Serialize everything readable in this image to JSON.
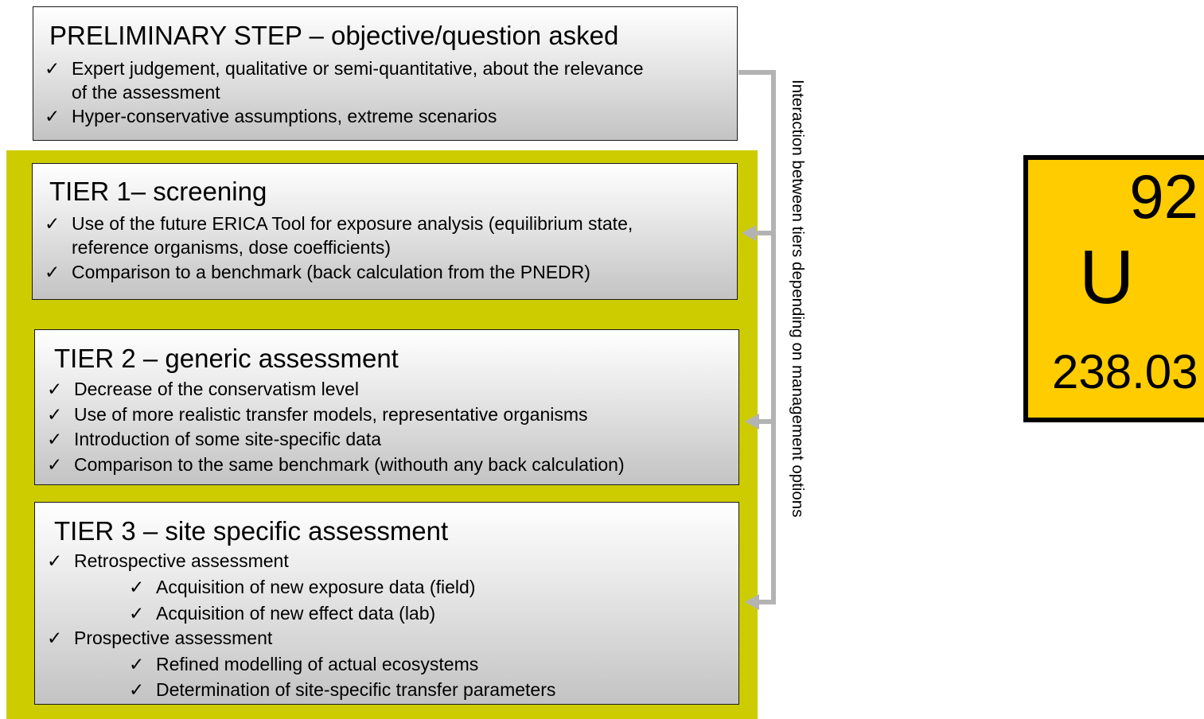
{
  "preliminary": {
    "title": "PRELIMINARY STEP – objective/question asked",
    "check": "✓",
    "items": [
      "Expert judgement, qualitative or semi-quantitative, about the relevance",
      "of the assessment",
      "Hyper-conservative assumptions, extreme scenarios"
    ]
  },
  "tier1": {
    "title": "TIER 1– screening",
    "items": [
      "Use of the future ERICA Tool for exposure analysis (equilibrium state,",
      "reference organisms, dose coefficients)",
      "Comparison to a benchmark (back calculation from the PNEDR)"
    ]
  },
  "tier2": {
    "title": "TIER 2 – generic assessment",
    "items": [
      "Decrease of the conservatism level",
      "Use of more realistic transfer models, representative organisms",
      "Introduction of some site-specific data",
      "Comparison to the same benchmark (withouth any back calculation)"
    ]
  },
  "tier3": {
    "title": "TIER 3 – site specific assessment",
    "items": [
      "Retrospective assessment",
      "Acquisition of new exposure data (field)",
      "Acquisition of new effect data (lab)",
      "Prospective assessment",
      "Refined modelling of actual ecosystems",
      "Determination of site-specific transfer parameters"
    ]
  },
  "side_label": "Interaction between tiers depending on management options",
  "element": {
    "number": "92",
    "symbol": "U",
    "mass": "238.03"
  },
  "colors": {
    "olive_background": "#cccc00",
    "element_fill": "#ffcc00",
    "connector": "#b3b3b3"
  }
}
